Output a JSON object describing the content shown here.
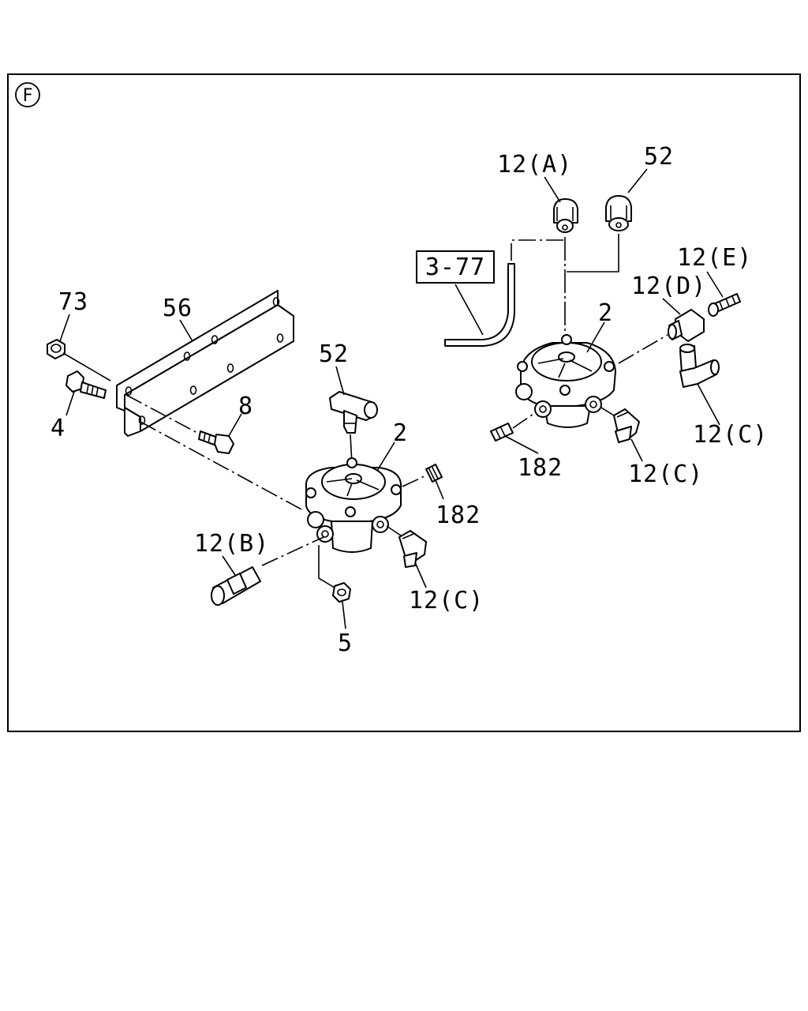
{
  "section_marker": "F",
  "reference_box": "3-77",
  "callouts": {
    "c73": "73",
    "c56": "56",
    "c4": "4",
    "c8": "8",
    "c52_left": "52",
    "c2_left": "2",
    "c182_left": "182",
    "c12b": "12(B)",
    "c12c_left": "12(C)",
    "c5": "5",
    "c12a": "12(A)",
    "c52_right": "52",
    "c2_right": "2",
    "c12d": "12(D)",
    "c12e": "12(E)",
    "c12c_right_upper": "12(C)",
    "c12c_right_lower": "12(C)",
    "c182_right": "182"
  }
}
